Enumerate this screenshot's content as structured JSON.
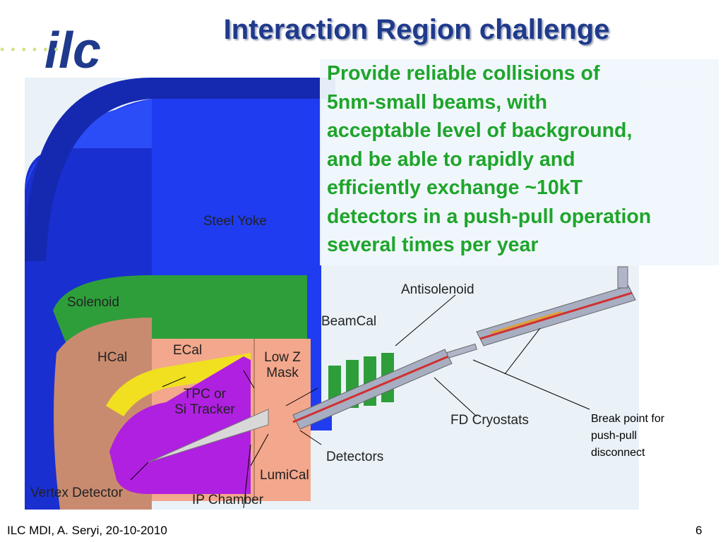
{
  "slide": {
    "title": "Interaction Region challenge",
    "body_lines": [
      "Provide reliable collisions of",
      "5nm-small beams, with",
      "acceptable level of background,",
      "and be able to rapidly and",
      "efficiently exchange ~10kT",
      "detectors in a push-pull operation",
      "several times per year"
    ],
    "footer_left": "ILC MDI, A. Seryi, 20-10-2010",
    "page_number": "6",
    "logo_text": "ilc"
  },
  "diagram": {
    "labels": {
      "steel_yoke": "Steel Yoke",
      "solenoid": "Solenoid",
      "hcal": "HCal",
      "ecal": "ECal",
      "tpc_line1": "TPC or",
      "tpc_line2": "Si Tracker",
      "low_z_line1": "Low Z",
      "low_z_line2": "Mask",
      "beamcal": "BeamCal",
      "antisolenoid": "Antisolenoid",
      "fd_cryostats": "FD Cryostats",
      "detectors": "Detectors",
      "lumical": "LumiCal",
      "ip_chamber": "IP Chamber",
      "vertex_detector": "Vertex Detector"
    },
    "break_point_lines": [
      "Break point for",
      "push-pull",
      "disconnect"
    ]
  },
  "colors": {
    "title": "#1f3a8c",
    "body_text": "#1ea52b",
    "yoke": "#1f3cf0",
    "solenoid": "#2e9e3a",
    "hcal": "#c98b6f",
    "ecal": "#f3a78c",
    "tracker": "#b020e0",
    "yellow": "#f0e020"
  }
}
